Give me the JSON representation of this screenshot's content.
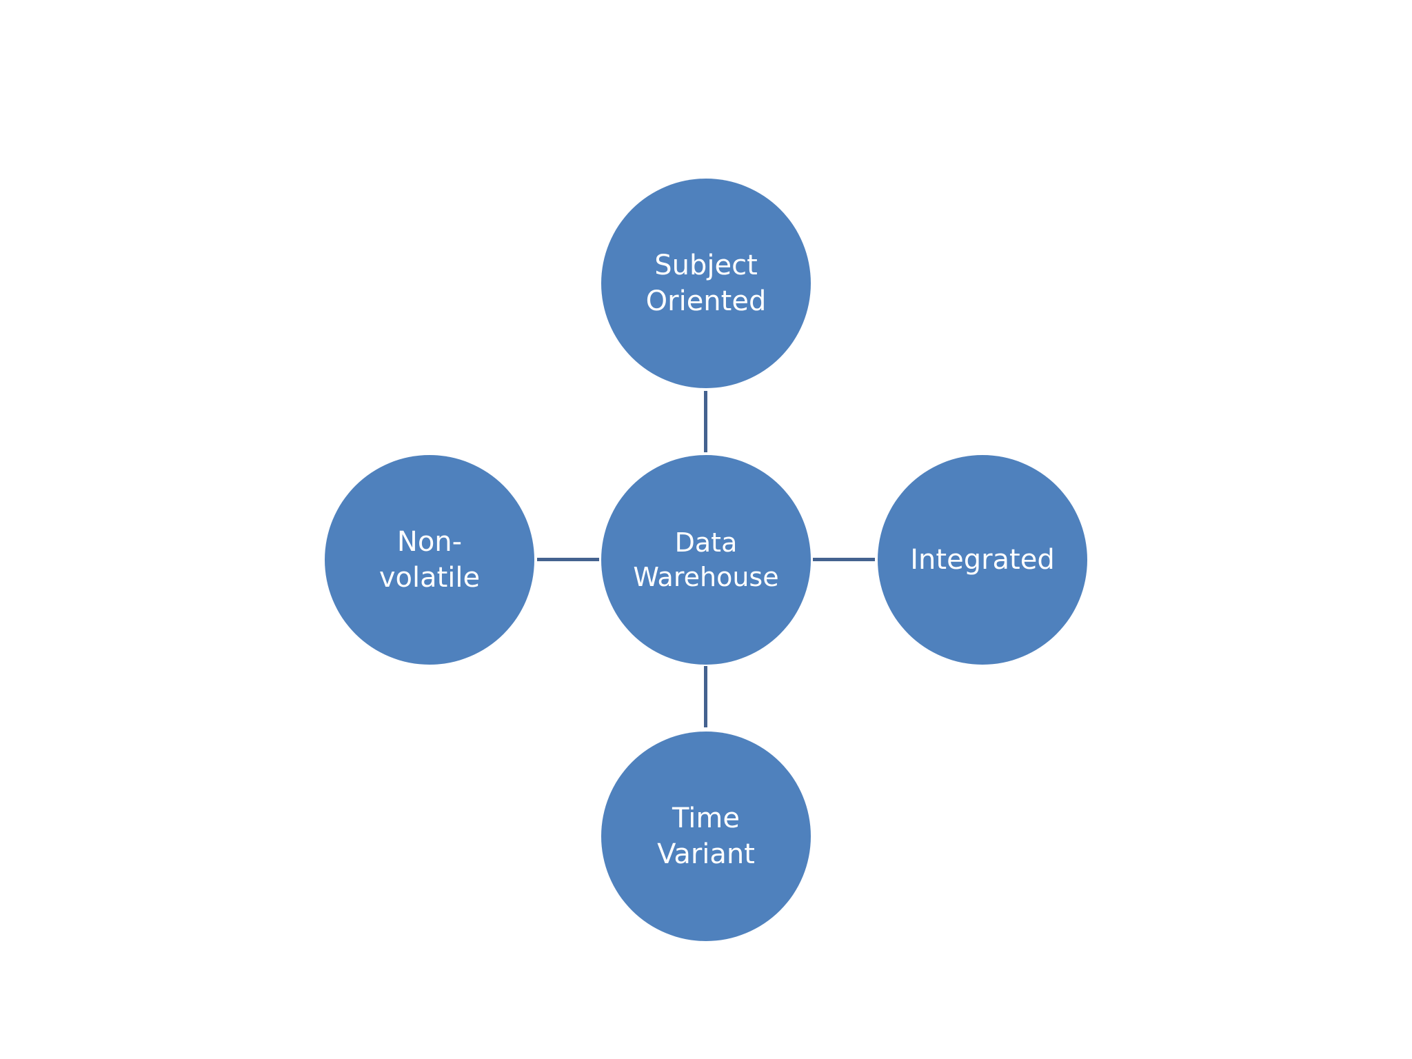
{
  "diagram": {
    "center": {
      "label": "Data\nWarehouse"
    },
    "nodes": {
      "top": {
        "label": "Subject\nOriented"
      },
      "right": {
        "label": "Integrated"
      },
      "bottom": {
        "label": "Time\nVariant"
      },
      "left": {
        "label": "Non-\nvolatile"
      }
    },
    "colors": {
      "node_fill": "#4f81bd",
      "connector": "#44628f",
      "text": "#ffffff",
      "background": "#ffffff"
    }
  }
}
